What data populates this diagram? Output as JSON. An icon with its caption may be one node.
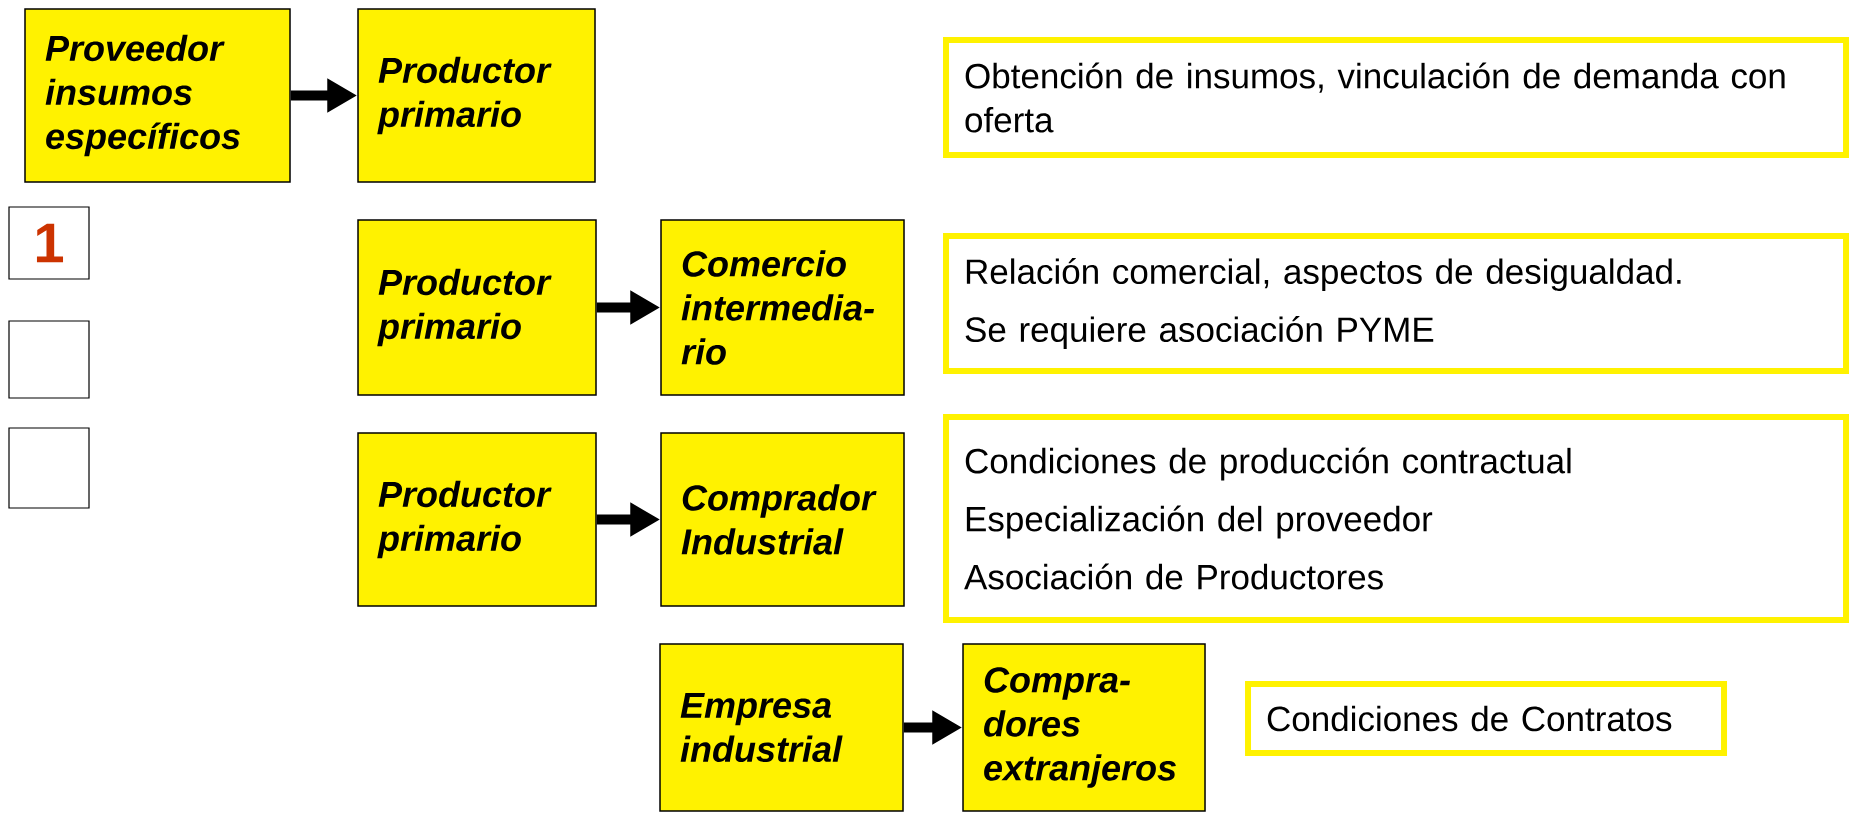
{
  "diagram": {
    "nodes": [
      {
        "text": [
          "Proveedor insumos específicos"
        ]
      },
      {
        "text": [
          "Productor primario"
        ]
      },
      {
        "text": [
          "Obtención de insumos, vinculación de demanda con oferta"
        ]
      },
      {
        "text": [
          "1"
        ]
      },
      {
        "text": [],
        "shape": "box"
      },
      {
        "text": [],
        "shape": "box"
      },
      {
        "text": [
          "Productor primario"
        ]
      },
      {
        "text": [
          "Comercio intermedia-rio"
        ]
      },
      {
        "text": [
          "Relación comercial, aspectos de desigualdad.",
          "Se requiere asociación PYME"
        ]
      },
      {
        "text": [
          "Productor primario"
        ]
      },
      {
        "text": [
          "Comprador Industrial"
        ]
      },
      {
        "text": [
          "Condiciones de producción contractual",
          "Especialización del proveedor",
          "Asociación de Productores"
        ]
      },
      {
        "text": [
          "Empresa industrial"
        ]
      },
      {
        "text": [
          "Compra-dores extranjeros"
        ]
      },
      {
        "text": [
          "Condiciones de Contratos"
        ]
      }
    ],
    "edges": [
      {
        "from": 0,
        "to": 1,
        "arrow": "to"
      },
      {
        "from": 6,
        "to": 7,
        "arrow": "to"
      },
      {
        "from": 9,
        "to": 10,
        "arrow": "to"
      },
      {
        "from": 12,
        "to": 13,
        "arrow": "to"
      }
    ]
  }
}
